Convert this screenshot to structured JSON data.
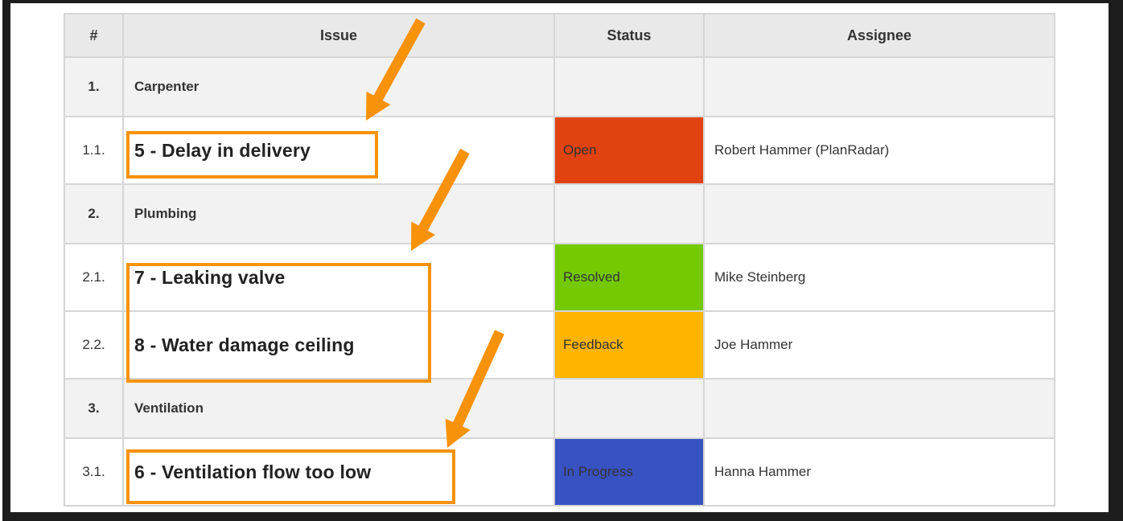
{
  "page": {
    "background": "#ffffff",
    "frame_color": "#1d1d1d"
  },
  "annotations": {
    "highlight_color": "#f8920b",
    "shapes": [
      "arrow-to-issue-5",
      "box-around-issue-5",
      "arrow-to-issues-7-8",
      "box-around-issues-7-8",
      "arrow-to-issue-6",
      "box-around-issue-6"
    ]
  },
  "table": {
    "headers": [
      {
        "label": "#"
      },
      {
        "label": "Issue"
      },
      {
        "label": "Status"
      },
      {
        "label": "Assignee"
      }
    ],
    "rows": [
      {
        "type": "category",
        "num": "1.",
        "title": "Carpenter"
      },
      {
        "type": "issue",
        "num": "1.1.",
        "title": "5 - Delay in delivery",
        "status": "Open",
        "status_color": "#e04310",
        "assignee": "Robert Hammer (PlanRadar)",
        "highlighted": true
      },
      {
        "type": "category",
        "num": "2.",
        "title": "Plumbing"
      },
      {
        "type": "issue",
        "num": "2.1.",
        "title": "7 - Leaking valve",
        "status": "Resolved",
        "status_color": "#74c900",
        "assignee": "Mike Steinberg",
        "highlighted": true
      },
      {
        "type": "issue",
        "num": "2.2.",
        "title": "8 - Water damage ceiling",
        "status": "Feedback",
        "status_color": "#ffb400",
        "assignee": "Joe Hammer",
        "highlighted": true
      },
      {
        "type": "category",
        "num": "3.",
        "title": "Ventilation"
      },
      {
        "type": "issue",
        "num": "3.1.",
        "title": "6 - Ventilation flow too low",
        "status": "In Progress",
        "status_color": "#3952c1",
        "assignee": "Hanna Hammer",
        "highlighted": true
      }
    ]
  }
}
